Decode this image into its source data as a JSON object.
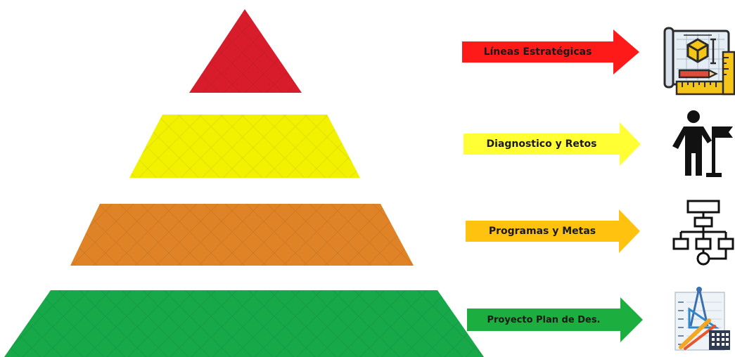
{
  "diagram": {
    "levels": [
      {
        "label": "Líneas Estratégicas",
        "color": "#d91c2b",
        "arrow_color": "#ff1a1a",
        "icon": "blueprint-icon"
      },
      {
        "label": "Diagnostico y Retos",
        "color": "#f2f200",
        "arrow_color": "#ffff33",
        "icon": "person-flag-icon"
      },
      {
        "label": "Programas y Metas",
        "color": "#e08326",
        "arrow_color": "#ffc20e",
        "icon": "flowchart-icon"
      },
      {
        "label": "Proyecto Plan de Des.",
        "color": "#17a84a",
        "arrow_color": "#1cae3f",
        "icon": "planning-chart-icon"
      }
    ]
  }
}
